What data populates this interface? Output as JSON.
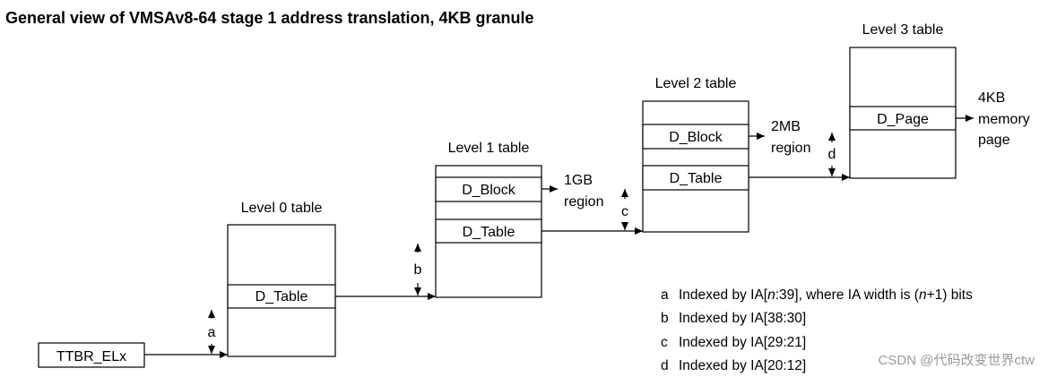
{
  "title": "General view of VMSAv8-64 stage 1 address translation, 4KB granule",
  "ttbr": {
    "label": "TTBR_ELx"
  },
  "tables": {
    "level0": {
      "caption": "Level 0 table",
      "entry_table": "D_Table"
    },
    "level1": {
      "caption": "Level 1 table",
      "entry_block": "D_Block",
      "entry_table": "D_Table"
    },
    "level2": {
      "caption": "Level 2 table",
      "entry_block": "D_Block",
      "entry_table": "D_Table"
    },
    "level3": {
      "caption": "Level 3 table",
      "entry_page": "D_Page"
    }
  },
  "regions": {
    "l1_block": [
      "1GB",
      "region"
    ],
    "l2_block": [
      "2MB",
      "region"
    ],
    "l3_page": [
      "4KB",
      "memory",
      "page"
    ]
  },
  "index_markers": {
    "a": "a",
    "b": "b",
    "c": "c",
    "d": "d"
  },
  "legend": [
    {
      "key": "a",
      "text_pre": "Indexed by IA[",
      "italic1": "n",
      "text_mid": ":39], where IA width is (",
      "italic2": "n",
      "text_post": "+1) bits"
    },
    {
      "key": "b",
      "text": "Indexed by IA[38:30]"
    },
    {
      "key": "c",
      "text": "Indexed by IA[29:21]"
    },
    {
      "key": "d",
      "text": "Indexed by IA[20:12]"
    }
  ],
  "watermark": "CSDN @代码改变世界ctw"
}
